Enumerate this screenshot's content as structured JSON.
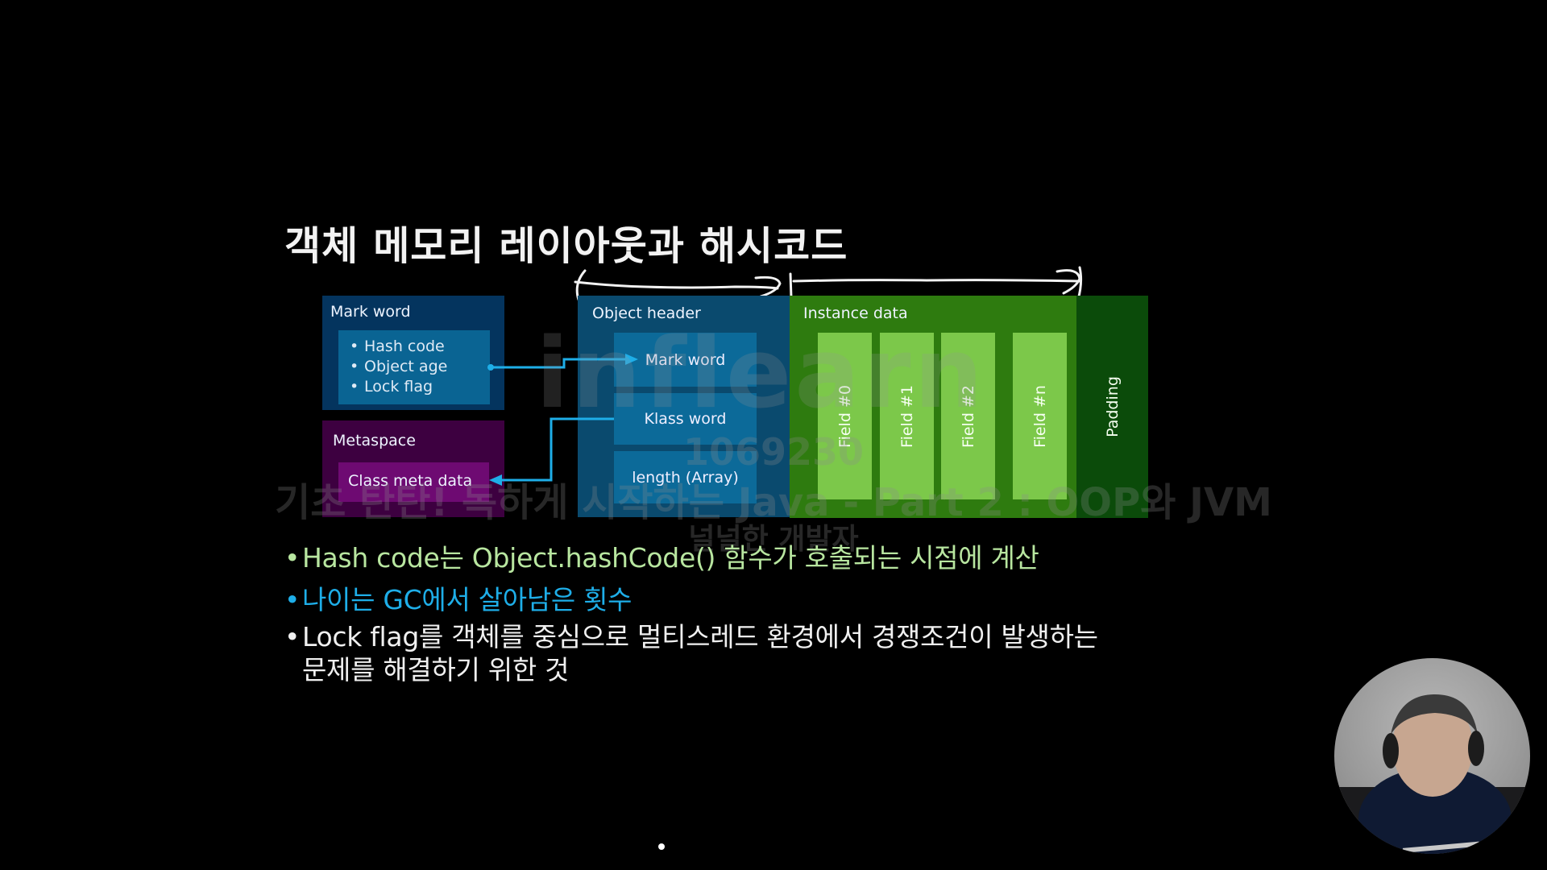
{
  "slide": {
    "title": "객체 메모리 레이아웃과 해시코드"
  },
  "diagram": {
    "mark_word_box": {
      "title": "Mark word",
      "items": [
        "Hash code",
        "Object age",
        "Lock flag"
      ]
    },
    "metaspace_box": {
      "title": "Metaspace",
      "inner": "Class meta data"
    },
    "object_header": {
      "title": "Object header",
      "cells": [
        "Mark word",
        "Klass word",
        "length (Array)"
      ]
    },
    "instance_data": {
      "title": "Instance data",
      "fields": [
        "Field #0",
        "Field #1",
        "Field #2",
        "Field #n"
      ]
    },
    "padding": {
      "label": "Padding"
    },
    "colors": {
      "mark_word": "#04345e",
      "metaspace": "#3d0040",
      "object_header": "#0a4a6e",
      "instance_data": "#2e7b0f",
      "field": "#7cc84a",
      "padding": "#0b4b0a",
      "connector": "#1eaee8"
    }
  },
  "points": [
    {
      "bullet": "•",
      "text": "Hash code는 Object.hashCode() 함수가 호출되는 시점에 계산",
      "color": "#b8e6a0"
    },
    {
      "bullet": "•",
      "text": "나이는 GC에서 살아남은 횟수",
      "color": "#1eaee8"
    },
    {
      "bullet": "•",
      "text_line1": "Lock flag를 객체를 중심으로 멀티스레드 환경에서 경쟁조건이 발생하는",
      "text_line2": "문제를 해결하기 위한 것",
      "color": "#f0f0f0"
    }
  ],
  "watermark": {
    "logo": "inflearn",
    "user_id": "1069230",
    "course": "기초 탄탄! 독하게 시작하는 Java - Part 2 : OOP와 JVM",
    "author": "널널한 개발자"
  },
  "webcam": {
    "label": "presenter-webcam"
  }
}
